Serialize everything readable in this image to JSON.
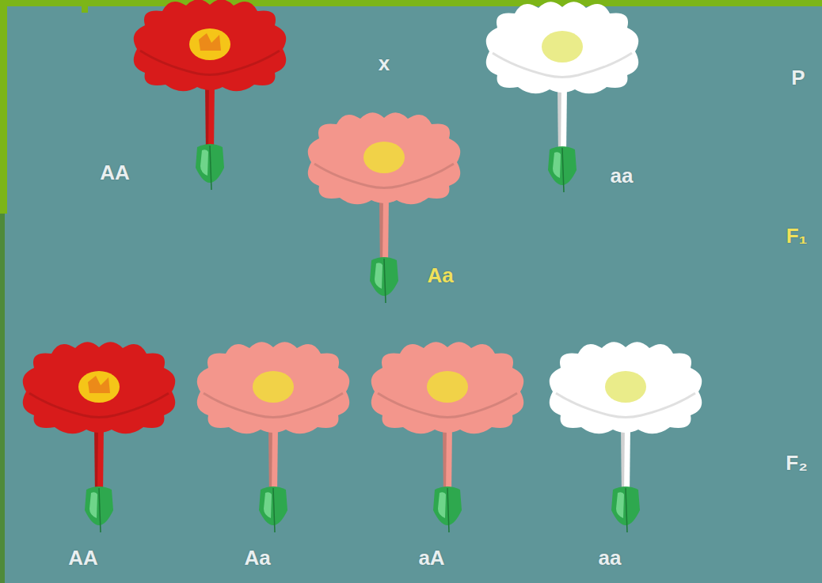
{
  "diagram": {
    "labels": [
      "AA",
      "x",
      "aa",
      "P",
      "Aa",
      "F₁",
      "AA",
      "Aa",
      "aA",
      "aa",
      "F₂"
    ]
  }
}
